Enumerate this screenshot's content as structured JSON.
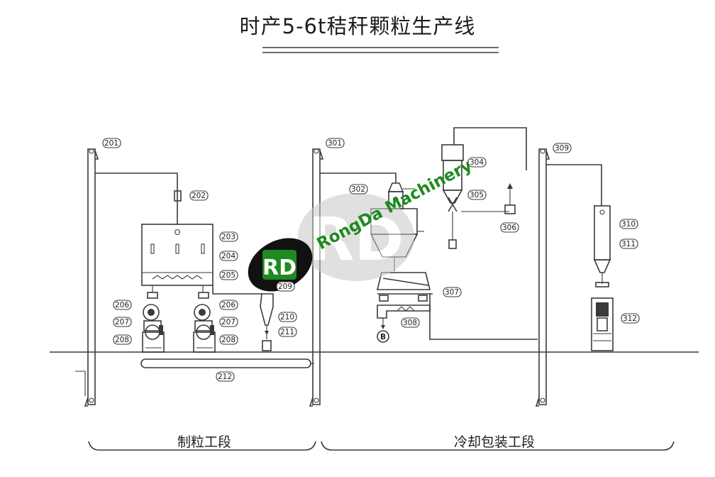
{
  "title": "时产5-6t秸秆颗粒生产线",
  "sections": {
    "granulation": "制粒工段",
    "cooling_packing": "冷却包装工段"
  },
  "watermark": {
    "brand_text": "RongDa Machinery",
    "logo_letters": "RD"
  },
  "labels": {
    "l201": "201",
    "l202": "202",
    "l203": "203",
    "l204": "204",
    "l205": "205",
    "l206a": "206",
    "l207a": "207",
    "l208a": "208",
    "l206b": "206",
    "l207b": "207",
    "l208b": "208",
    "l209": "209",
    "l210": "210",
    "l211": "211",
    "l212": "212",
    "l301": "301",
    "l302": "302",
    "l304": "304",
    "l305": "305",
    "l306": "306",
    "l307": "307",
    "l308": "308",
    "l309": "309",
    "l310": "310",
    "l311": "311",
    "l312": "312",
    "marker_b": "B"
  },
  "colors": {
    "line": "#3a3a3a",
    "watermark_green": "#1f8a1f",
    "watermark_gray": "#c8c8c8"
  }
}
